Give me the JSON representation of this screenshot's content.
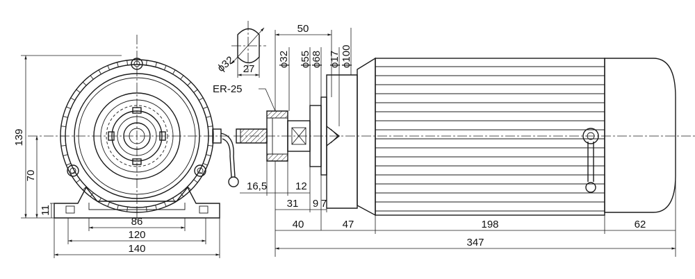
{
  "labels": {
    "flat_diameter": "ϕ32",
    "flat_width": "27",
    "top_overall": "50",
    "d_collet": "ϕ32",
    "d_shaft_a": "ϕ55",
    "d_shaft_b": "ϕ68",
    "d_pilot": "ϕ17",
    "d_flange": "ϕ100",
    "collet_type": "ER-25",
    "nose_len": "16,5",
    "nut_len": "12",
    "dim_31": "31",
    "dim_9": "9",
    "dim_7": "7",
    "dim_40": "40",
    "dim_47": "47",
    "dim_198": "198",
    "dim_62": "62",
    "dim_347": "347",
    "height_total": "139",
    "height_center": "70",
    "foot_height": "11",
    "foot_86": "86",
    "foot_120": "120",
    "foot_140": "140"
  },
  "colors": {
    "line": "#1a1a1a",
    "background": "#ffffff"
  }
}
